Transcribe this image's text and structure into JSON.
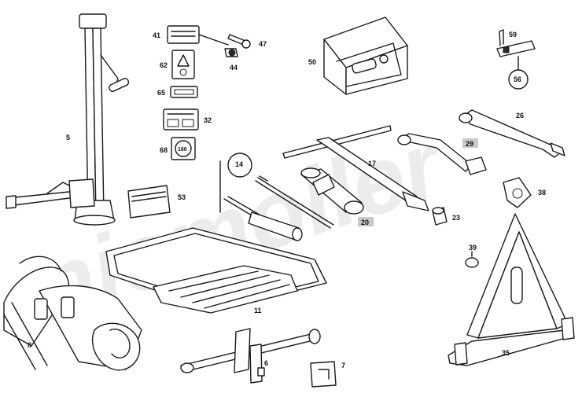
{
  "watermark": "niemoller",
  "colors": {
    "line": "#1a1a1a",
    "highlight": "#c9c9c9",
    "background": "#ffffff"
  },
  "callouts": {
    "n5": "5",
    "n8": "8",
    "n6": "6",
    "n7": "7",
    "n11": "11",
    "n14": "14",
    "n17": "17",
    "n20": "20",
    "n23": "23",
    "n26": "26",
    "n29": "29",
    "n32": "32",
    "n35": "35",
    "n38": "38",
    "n39": "39",
    "n41": "41",
    "n44": "44",
    "n47": "47",
    "n50": "50",
    "n53": "53",
    "n56": "56",
    "n59": "59",
    "n62": "62",
    "n65": "65",
    "n68": "68"
  },
  "badge_68": "160"
}
